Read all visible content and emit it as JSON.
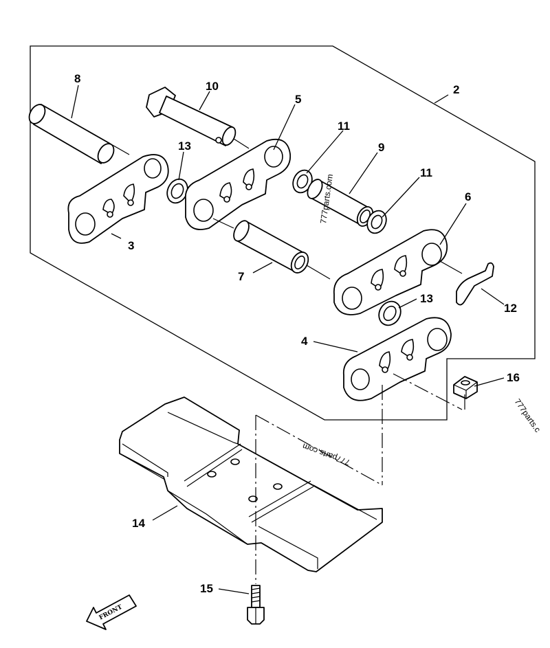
{
  "callouts": {
    "c2": "2",
    "c3": "3",
    "c4": "4",
    "c5": "5",
    "c6": "6",
    "c7": "7",
    "c8": "8",
    "c9": "9",
    "c10": "10",
    "c11a": "11",
    "c11b": "11",
    "c12": "12",
    "c13a": "13",
    "c13b": "13",
    "c14": "14",
    "c15": "15",
    "c16": "16"
  },
  "watermarks": {
    "w1": "777parts.com",
    "w2": "777parts.com",
    "w3": "777parts.c"
  },
  "front_label": "FRONT"
}
